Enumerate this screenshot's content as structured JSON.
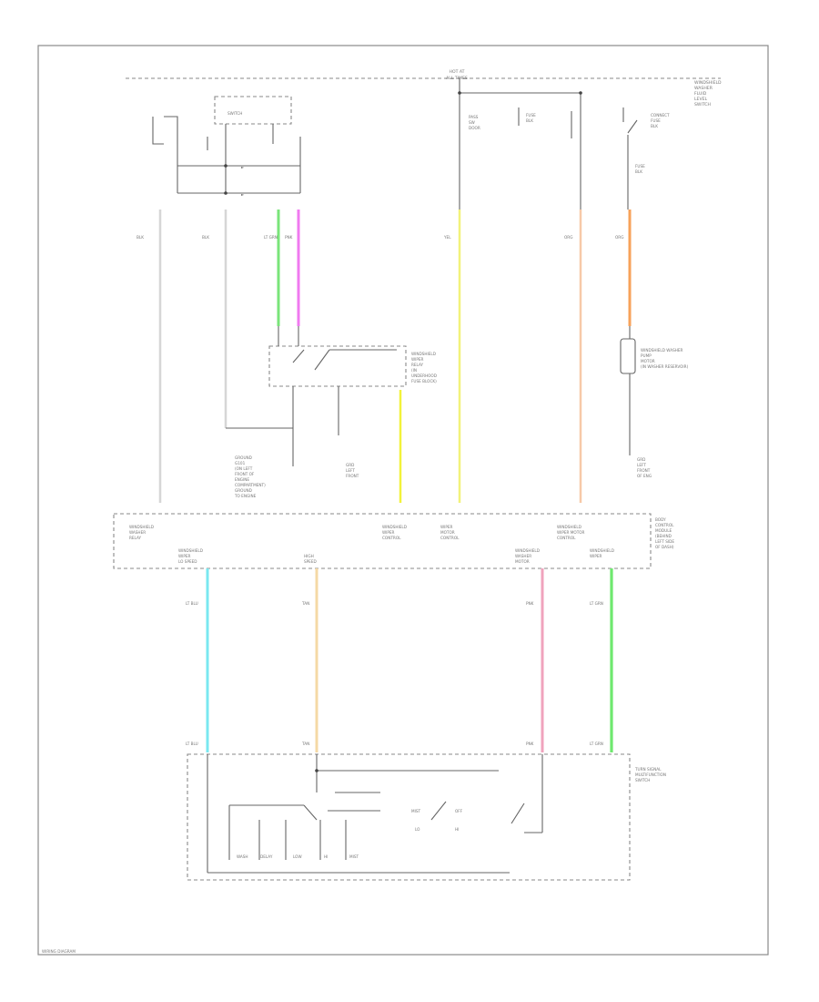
{
  "page": {
    "footer_code": "WIRING DIAGRAM"
  },
  "colors": {
    "wire_gray": "#d6d6d6",
    "wire_green": "#7ae57a",
    "wire_pink": "#f07af0",
    "wire_yellow": "#f2f27a",
    "wire_peach": "#f7c9a8",
    "wire_orange": "#f7a25a",
    "wire_yellow_mod": "#f2f23a",
    "wire_cyan": "#7ae8f0",
    "wire_tan": "#f5d9a5",
    "wire_rose": "#f0a3bd",
    "wire_bright_green": "#6fe86f"
  },
  "labels": {
    "bus": [
      "HOT AT",
      "ALL TIMES"
    ],
    "top_switch": "SWITCH",
    "right_header": [
      "WINDSHIELD",
      "WASHER",
      "FLUID",
      "LEVEL",
      "SWITCH"
    ],
    "sw2": [
      "PASS",
      "SW",
      "DOOR"
    ],
    "sw3": [
      "FUSE",
      "BLK"
    ],
    "sw4": [
      "CONNECT",
      "FUSE",
      "BLK"
    ],
    "sw5": [
      "FUSE",
      "BLK"
    ],
    "w1": "BLK",
    "w2": "BLK",
    "w3a": "LT GRN",
    "w3b": "PNK",
    "w4": "YEL",
    "w5": "ORG",
    "w6": "ORG",
    "wiper_relay": [
      "WINDSHIELD",
      "WIPER",
      "RELAY",
      "(IN",
      "UNDERHOOD",
      "FUSE BLOCK)"
    ],
    "washer_pump": [
      "WINDSHIELD WASHER",
      "PUMP",
      "MOTOR",
      "(IN WASHER RESERVOIR)"
    ],
    "ground_note": [
      "GROUND",
      "G101",
      "(ON LEFT",
      "FRONT OF",
      "ENGINE",
      "COMPARTMENT)",
      "GROUND",
      "TO ENGINE"
    ],
    "mid_ground": [
      "GRD",
      "LEFT",
      "FRONT"
    ],
    "right_ground": [
      "GRD",
      "LEFT",
      "FRONT",
      "OF ENG"
    ],
    "mod_top1": [
      "WINDSHIELD",
      "WASHER",
      "RELAY"
    ],
    "mod_top2": [
      "WINDSHIELD",
      "WIPER",
      "CONTROL"
    ],
    "mod_top3": [
      "WIPER",
      "MOTOR",
      "CONTROL"
    ],
    "mod_top4": [
      "WINDSHIELD",
      "WIPER MOTOR",
      "CONTROL"
    ],
    "mod_bot1": [
      "WINDSHIELD",
      "WIPER",
      "LO SPEED"
    ],
    "mod_bot2": [
      "HIGH",
      "SPEED"
    ],
    "mod_bot3": [
      "WINDSHIELD",
      "WASHER",
      "MOTOR"
    ],
    "mod_bot4": [
      "WINDSHIELD",
      "WIPER"
    ],
    "module_name": [
      "BODY",
      "CONTROL",
      "MODULE",
      "(BEHIND",
      "LEFT SIDE",
      "OF DASH)"
    ],
    "wire_b1": "LT BLU",
    "wire_b2": "TAN",
    "wire_b3": "PNK",
    "wire_b4": "LT GRN",
    "switch_name": [
      "TURN SIGNAL",
      "MULTIFUNCTION",
      "SWITCH"
    ],
    "switch_positions": [
      "MIST",
      "OFF",
      "LO",
      "HI"
    ],
    "switch_bottom": [
      "WASH",
      "DELAY",
      "LOW",
      "HI",
      "MIST"
    ]
  }
}
